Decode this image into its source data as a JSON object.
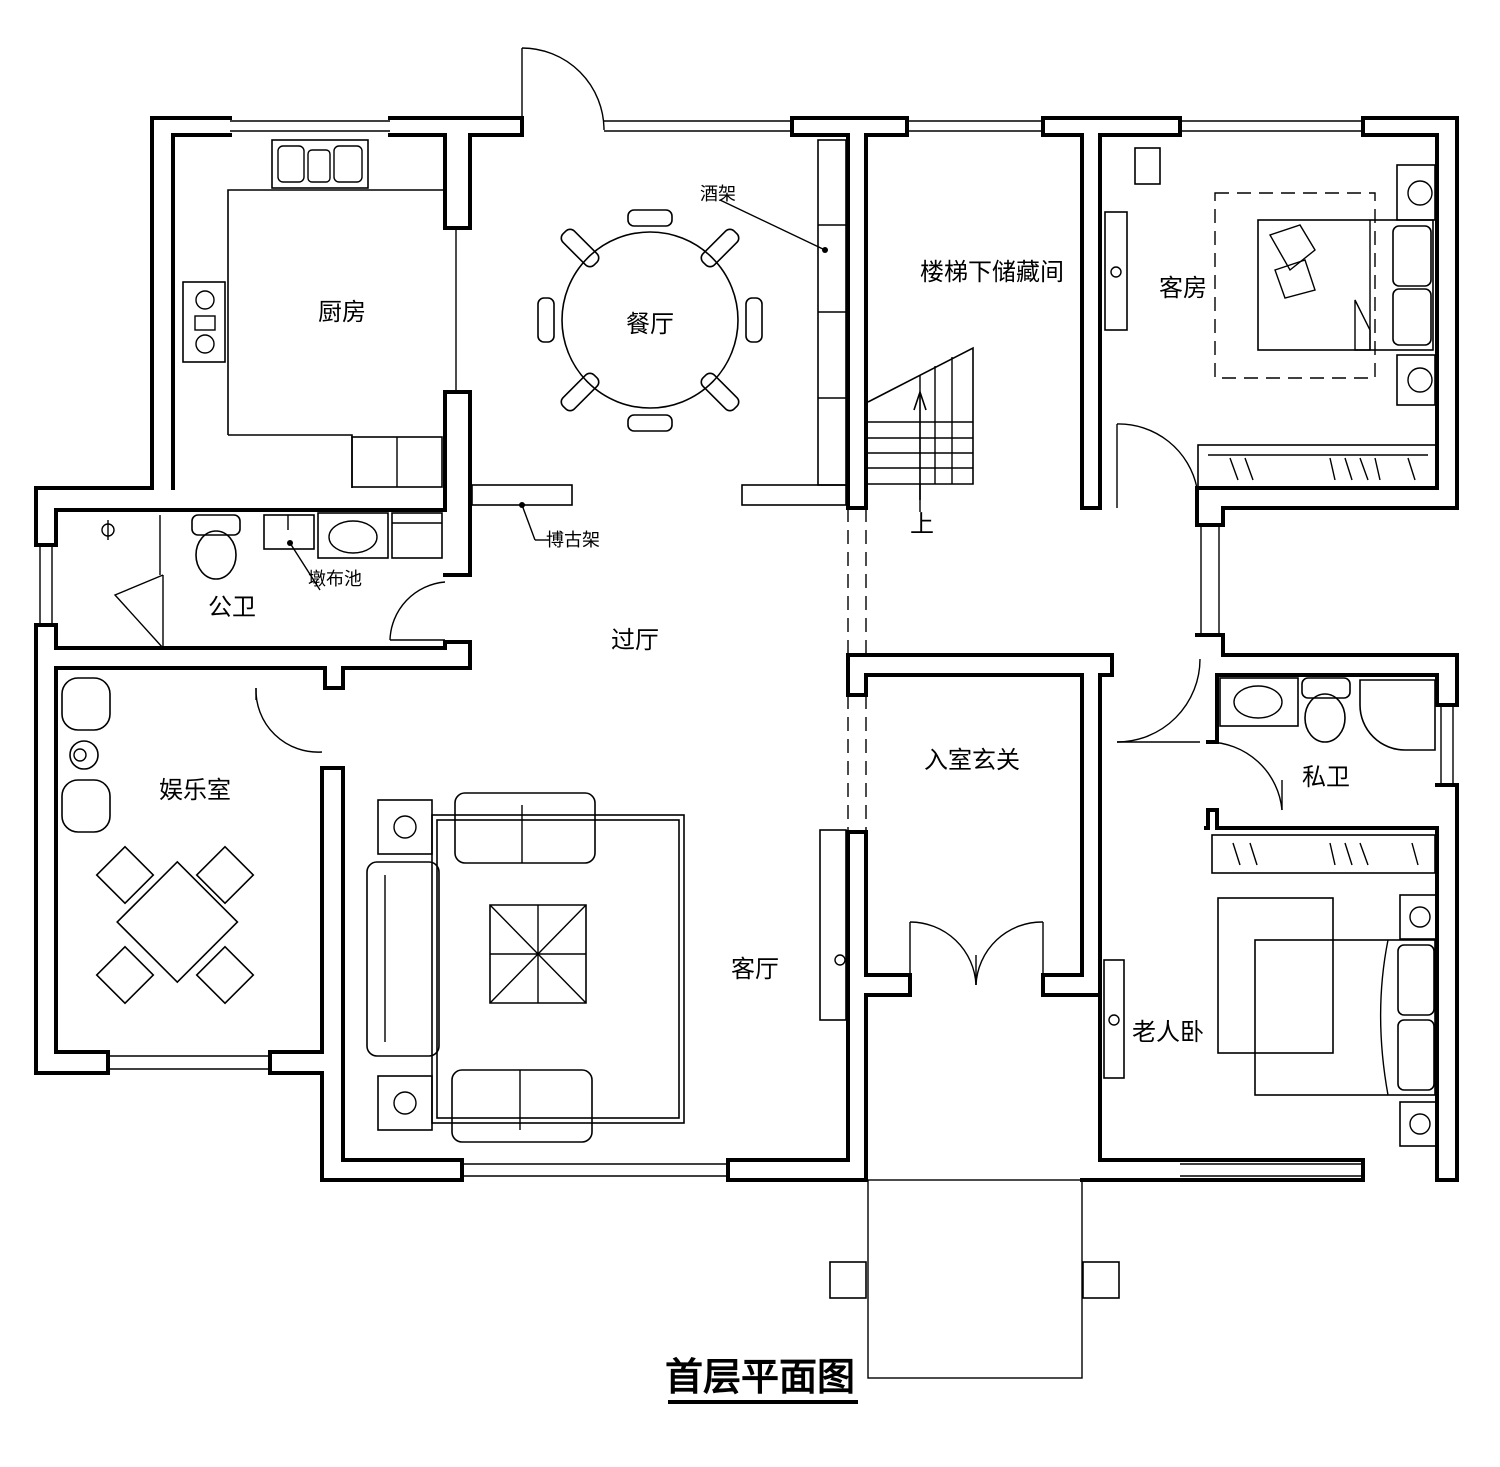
{
  "title": "首层平面图",
  "rooms": {
    "kitchen": "厨房",
    "dining": "餐厅",
    "storage": "楼梯下储藏间",
    "guest_room": "客房",
    "public_bath": "公卫",
    "hall": "过厅",
    "entertainment": "娱乐室",
    "entry": "入室玄关",
    "private_bath": "私卫",
    "living": "客厅",
    "elder_bedroom": "老人卧"
  },
  "annotations": {
    "wine_rack": "酒架",
    "curio_shelf": "博古架",
    "mop_sink": "墩布池",
    "stair_up": "上"
  },
  "colors": {
    "ink": "#000000",
    "paper": "#ffffff"
  }
}
